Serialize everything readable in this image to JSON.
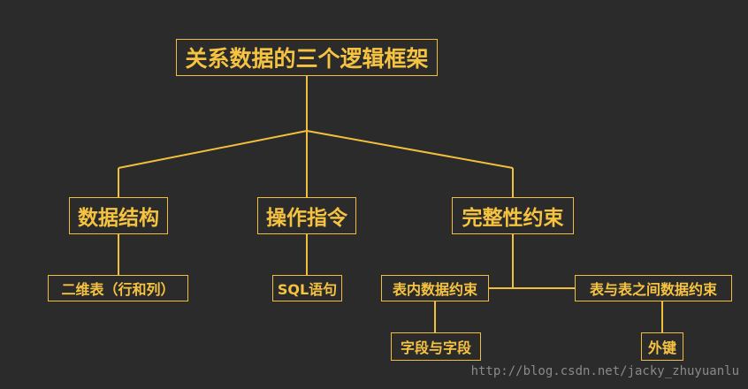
{
  "colors": {
    "background": "#2b2b2b",
    "accent": "#f2bf3c"
  },
  "nodes": {
    "root": "关系数据的三个逻辑框架",
    "data_structure": "数据结构",
    "operations": "操作指令",
    "integrity": "完整性约束",
    "two_dim_table": "二维表（行和列）",
    "sql": "SQL语句",
    "intra_table": "表内数据约束",
    "inter_table": "表与表之间数据约束",
    "field_to_field": "字段与字段",
    "foreign_key": "外键"
  },
  "watermark": "http://blog.csdn.net/jacky_zhuyuanlu"
}
